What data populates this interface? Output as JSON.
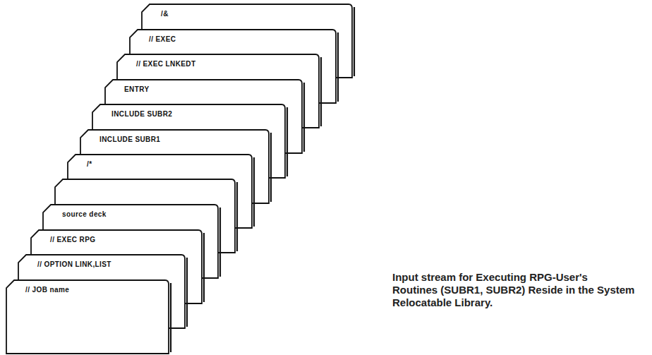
{
  "diagram": {
    "caption": "Input stream for Executing RPG-User's Routines (SUBR1, SUBR2) Reside in the System Relocatable Library.",
    "nodes": [
      {
        "text": [
          "/&"
        ]
      },
      {
        "text": [
          "// EXEC"
        ]
      },
      {
        "text": [
          "// EXEC LNKEDT"
        ]
      },
      {
        "text": [
          "ENTRY"
        ]
      },
      {
        "text": [
          "INCLUDE SUBR2"
        ]
      },
      {
        "text": [
          "INCLUDE SUBR1"
        ]
      },
      {
        "text": [
          "/*"
        ]
      },
      {
        "text": [
          "source deck"
        ]
      },
      {
        "text": [
          "// EXEC RPG"
        ]
      },
      {
        "text": [
          "// OPTION LINK,LIST"
        ]
      },
      {
        "text": [
          "// JOB name"
        ]
      }
    ]
  }
}
